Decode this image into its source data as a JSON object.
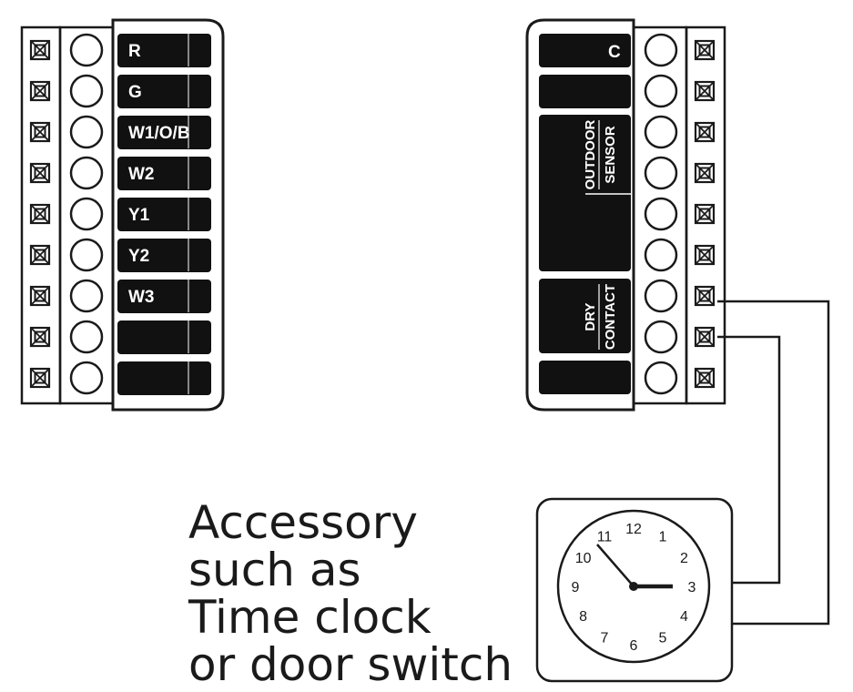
{
  "left_block": {
    "terminals": [
      "R",
      "G",
      "W1/O/B",
      "W2",
      "Y1",
      "Y2",
      "W3",
      "",
      ""
    ]
  },
  "right_block": {
    "terminal_c": "C",
    "outdoor_sensor": [
      "OUTDOOR",
      "SENSOR"
    ],
    "dry_contact": [
      "DRY",
      "CONTACT"
    ]
  },
  "accessory": {
    "caption_lines": [
      "Accessory",
      "such as",
      "Time clock",
      "or door switch"
    ],
    "clock_numbers": [
      "12",
      "1",
      "2",
      "3",
      "4",
      "5",
      "6",
      "7",
      "8",
      "9",
      "10",
      "11"
    ],
    "clock_time": "2:52"
  }
}
